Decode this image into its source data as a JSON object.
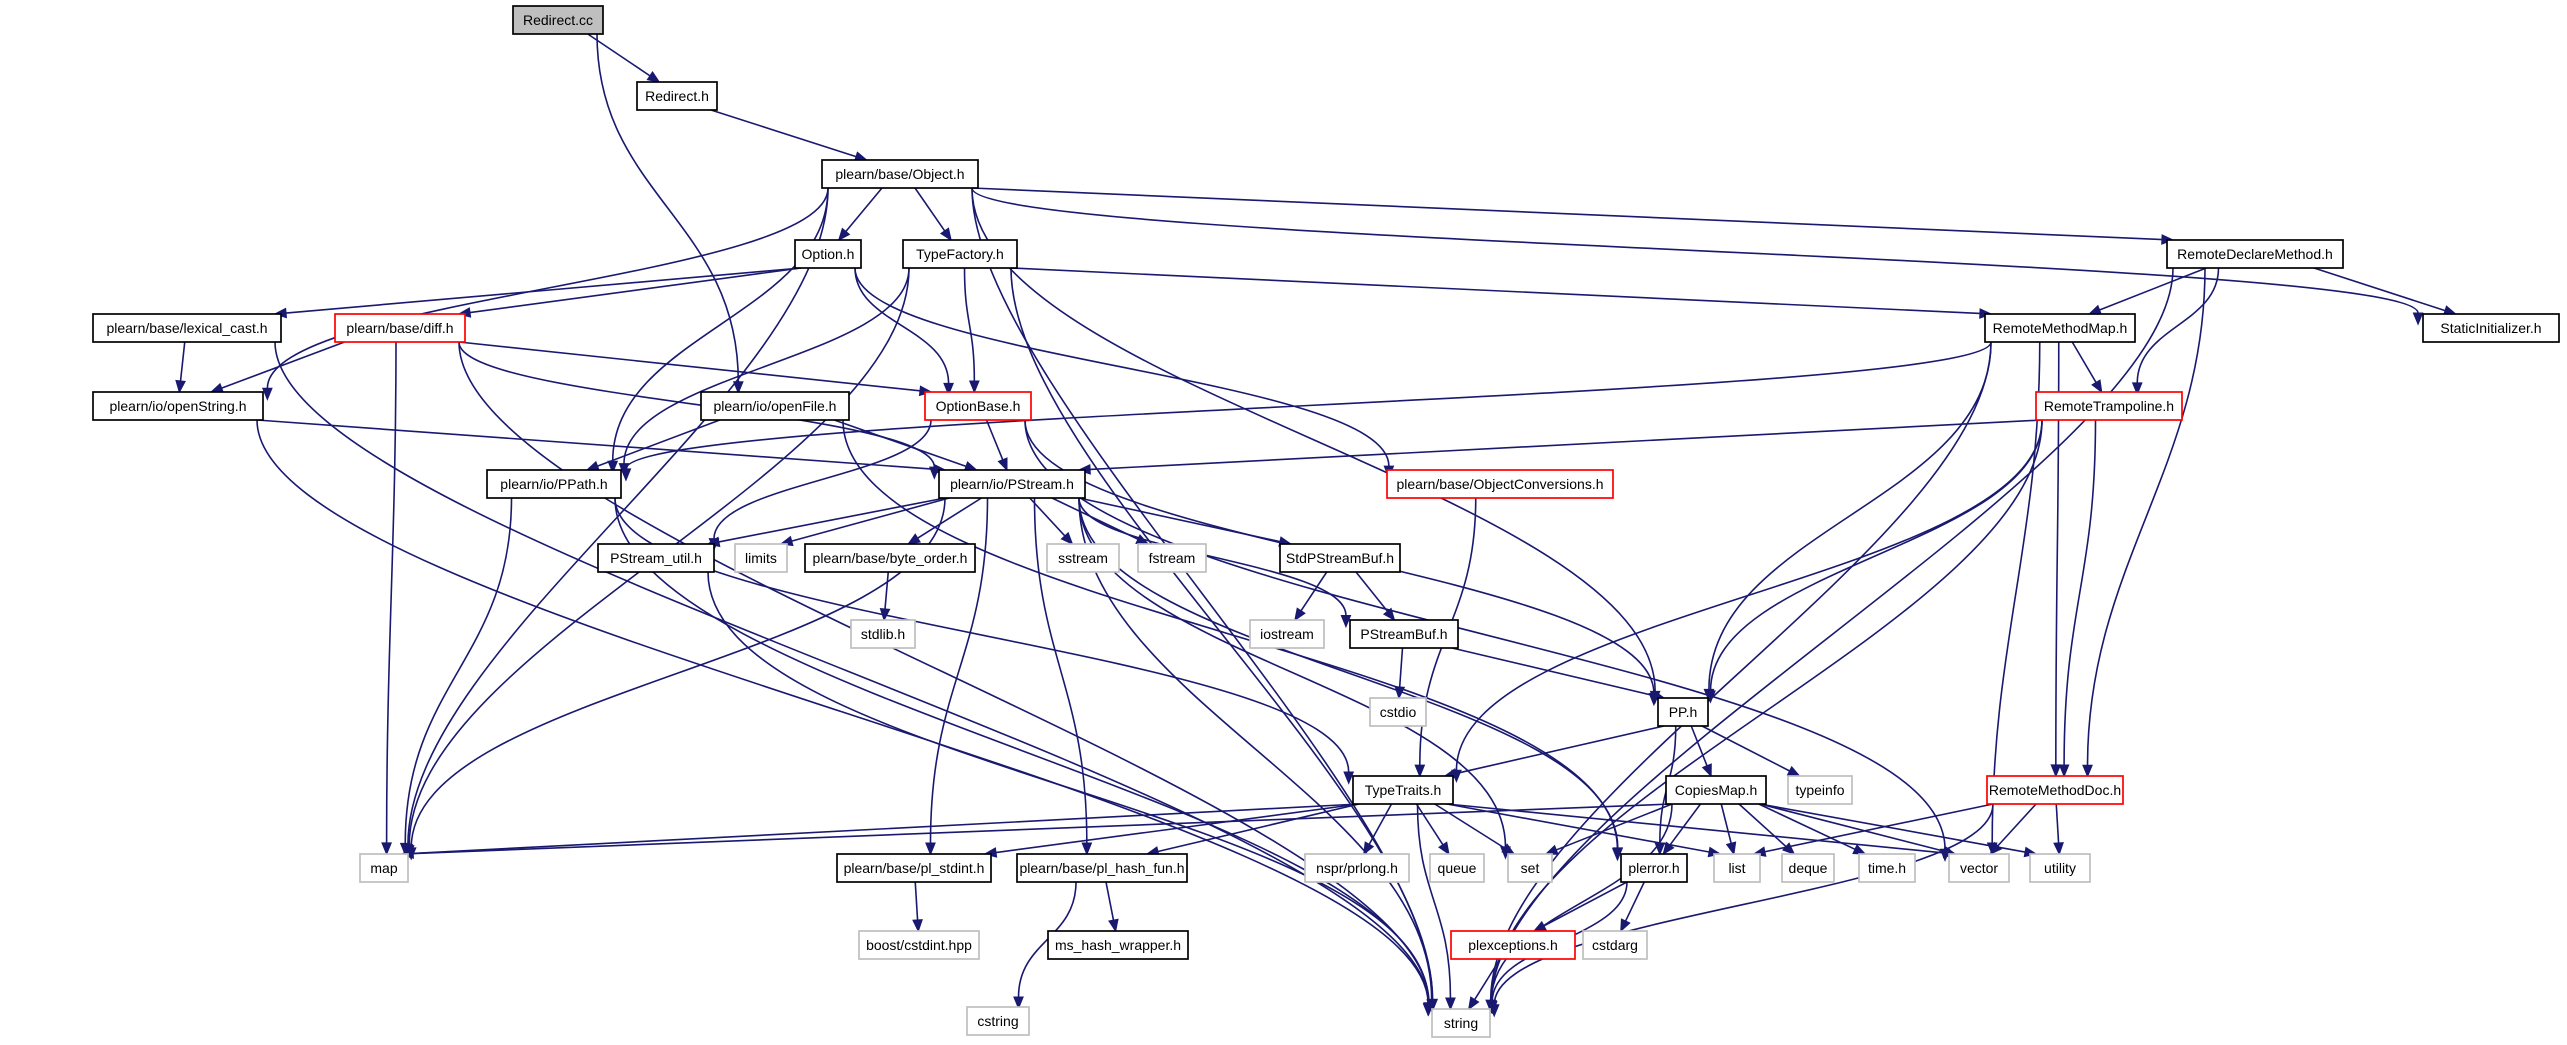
{
  "diagram": {
    "nodes": [
      {
        "id": "redirect_cc",
        "label": "Redirect.cc",
        "style": "root"
      },
      {
        "id": "redirect_h",
        "label": "Redirect.h",
        "style": "black"
      },
      {
        "id": "object_h",
        "label": "plearn/base/Object.h",
        "style": "black"
      },
      {
        "id": "option_h",
        "label": "Option.h",
        "style": "black"
      },
      {
        "id": "typefactory_h",
        "label": "TypeFactory.h",
        "style": "black"
      },
      {
        "id": "remotedeclaremethod_h",
        "label": "RemoteDeclareMethod.h",
        "style": "black"
      },
      {
        "id": "lexical_cast_h",
        "label": "plearn/base/lexical_cast.h",
        "style": "black"
      },
      {
        "id": "diff_h",
        "label": "plearn/base/diff.h",
        "style": "red"
      },
      {
        "id": "remotemethodmap_h",
        "label": "RemoteMethodMap.h",
        "style": "black"
      },
      {
        "id": "staticinitializer_h",
        "label": "StaticInitializer.h",
        "style": "black"
      },
      {
        "id": "openstring_h",
        "label": "plearn/io/openString.h",
        "style": "black"
      },
      {
        "id": "openfile_h",
        "label": "plearn/io/openFile.h",
        "style": "black"
      },
      {
        "id": "optionbase_h",
        "label": "OptionBase.h",
        "style": "red"
      },
      {
        "id": "remotetrampoline_h",
        "label": "RemoteTrampoline.h",
        "style": "red"
      },
      {
        "id": "ppath_h",
        "label": "plearn/io/PPath.h",
        "style": "black"
      },
      {
        "id": "pstream_h",
        "label": "plearn/io/PStream.h",
        "style": "black"
      },
      {
        "id": "objectconversions_h",
        "label": "plearn/base/ObjectConversions.h",
        "style": "red"
      },
      {
        "id": "pstream_util_h",
        "label": "PStream_util.h",
        "style": "black"
      },
      {
        "id": "limits",
        "label": "limits",
        "style": "gray"
      },
      {
        "id": "byte_order_h",
        "label": "plearn/base/byte_order.h",
        "style": "black"
      },
      {
        "id": "sstream",
        "label": "sstream",
        "style": "gray"
      },
      {
        "id": "fstream",
        "label": "fstream",
        "style": "gray"
      },
      {
        "id": "stdpstreambuf_h",
        "label": "StdPStreamBuf.h",
        "style": "black"
      },
      {
        "id": "stdlib_h",
        "label": "stdlib.h",
        "style": "gray"
      },
      {
        "id": "iostream",
        "label": "iostream",
        "style": "gray"
      },
      {
        "id": "pstreambuf_h",
        "label": "PStreamBuf.h",
        "style": "black"
      },
      {
        "id": "cstdio",
        "label": "cstdio",
        "style": "gray"
      },
      {
        "id": "pp_h",
        "label": "PP.h",
        "style": "black"
      },
      {
        "id": "typetraits_h",
        "label": "TypeTraits.h",
        "style": "black"
      },
      {
        "id": "copiesmap_h",
        "label": "CopiesMap.h",
        "style": "black"
      },
      {
        "id": "typeinfo",
        "label": "typeinfo",
        "style": "gray"
      },
      {
        "id": "remotemethoddoc_h",
        "label": "RemoteMethodDoc.h",
        "style": "red"
      },
      {
        "id": "map",
        "label": "map",
        "style": "gray"
      },
      {
        "id": "pl_stdint_h",
        "label": "plearn/base/pl_stdint.h",
        "style": "black"
      },
      {
        "id": "pl_hash_fun_h",
        "label": "plearn/base/pl_hash_fun.h",
        "style": "black"
      },
      {
        "id": "nspr_prlong_h",
        "label": "nspr/prlong.h",
        "style": "gray"
      },
      {
        "id": "queue",
        "label": "queue",
        "style": "gray"
      },
      {
        "id": "set",
        "label": "set",
        "style": "gray"
      },
      {
        "id": "plerror_h",
        "label": "plerror.h",
        "style": "black"
      },
      {
        "id": "list",
        "label": "list",
        "style": "gray"
      },
      {
        "id": "deque",
        "label": "deque",
        "style": "gray"
      },
      {
        "id": "time_h",
        "label": "time.h",
        "style": "gray"
      },
      {
        "id": "vector",
        "label": "vector",
        "style": "gray"
      },
      {
        "id": "utility",
        "label": "utility",
        "style": "gray"
      },
      {
        "id": "boost_cstdint_hpp",
        "label": "boost/cstdint.hpp",
        "style": "gray"
      },
      {
        "id": "cstring",
        "label": "cstring",
        "style": "gray"
      },
      {
        "id": "ms_hash_wrapper_h",
        "label": "ms_hash_wrapper.h",
        "style": "black"
      },
      {
        "id": "plexceptions_h",
        "label": "plexceptions.h",
        "style": "red"
      },
      {
        "id": "cstdarg",
        "label": "cstdarg",
        "style": "gray"
      },
      {
        "id": "string",
        "label": "string",
        "style": "gray"
      }
    ],
    "edges": [
      [
        "redirect_cc",
        "redirect_h"
      ],
      [
        "redirect_cc",
        "openfile_h"
      ],
      [
        "redirect_h",
        "object_h"
      ],
      [
        "object_h",
        "option_h"
      ],
      [
        "object_h",
        "typefactory_h"
      ],
      [
        "object_h",
        "remotedeclaremethod_h"
      ],
      [
        "object_h",
        "staticinitializer_h"
      ],
      [
        "object_h",
        "openstring_h"
      ],
      [
        "object_h",
        "ppath_h"
      ],
      [
        "object_h",
        "pp_h"
      ],
      [
        "object_h",
        "map"
      ],
      [
        "object_h",
        "string"
      ],
      [
        "option_h",
        "lexical_cast_h"
      ],
      [
        "option_h",
        "diff_h"
      ],
      [
        "option_h",
        "optionbase_h"
      ],
      [
        "option_h",
        "objectconversions_h"
      ],
      [
        "typefactory_h",
        "optionbase_h"
      ],
      [
        "typefactory_h",
        "remotemethodmap_h"
      ],
      [
        "typefactory_h",
        "ppath_h"
      ],
      [
        "typefactory_h",
        "map"
      ],
      [
        "typefactory_h",
        "string"
      ],
      [
        "remotedeclaremethod_h",
        "remotemethodmap_h"
      ],
      [
        "remotedeclaremethod_h",
        "remotetrampoline_h"
      ],
      [
        "remotedeclaremethod_h",
        "remotemethoddoc_h"
      ],
      [
        "remotedeclaremethod_h",
        "staticinitializer_h"
      ],
      [
        "remotedeclaremethod_h",
        "string"
      ],
      [
        "lexical_cast_h",
        "openstring_h"
      ],
      [
        "lexical_cast_h",
        "string"
      ],
      [
        "diff_h",
        "openstring_h"
      ],
      [
        "diff_h",
        "optionbase_h"
      ],
      [
        "diff_h",
        "pstream_h"
      ],
      [
        "diff_h",
        "map"
      ],
      [
        "diff_h",
        "string"
      ],
      [
        "remotemethodmap_h",
        "remotetrampoline_h"
      ],
      [
        "remotemethodmap_h",
        "remotemethoddoc_h"
      ],
      [
        "remotemethodmap_h",
        "pp_h"
      ],
      [
        "remotemethodmap_h",
        "ppath_h"
      ],
      [
        "remotemethodmap_h",
        "vector"
      ],
      [
        "remotemethodmap_h",
        "string"
      ],
      [
        "openstring_h",
        "pstream_h"
      ],
      [
        "openstring_h",
        "string"
      ],
      [
        "openfile_h",
        "ppath_h"
      ],
      [
        "openfile_h",
        "pstream_h"
      ],
      [
        "openfile_h",
        "plerror_h"
      ],
      [
        "optionbase_h",
        "pstream_h"
      ],
      [
        "optionbase_h",
        "pstream_util_h"
      ],
      [
        "optionbase_h",
        "pp_h"
      ],
      [
        "optionbase_h",
        "vector"
      ],
      [
        "remotetrampoline_h",
        "pstream_h"
      ],
      [
        "remotetrampoline_h",
        "pp_h"
      ],
      [
        "remotetrampoline_h",
        "typetraits_h"
      ],
      [
        "remotetrampoline_h",
        "remotemethoddoc_h"
      ],
      [
        "remotetrampoline_h",
        "string"
      ],
      [
        "ppath_h",
        "typetraits_h"
      ],
      [
        "ppath_h",
        "map"
      ],
      [
        "ppath_h",
        "string"
      ],
      [
        "pstream_h",
        "pstream_util_h"
      ],
      [
        "pstream_h",
        "limits"
      ],
      [
        "pstream_h",
        "byte_order_h"
      ],
      [
        "pstream_h",
        "sstream"
      ],
      [
        "pstream_h",
        "fstream"
      ],
      [
        "pstream_h",
        "stdpstreambuf_h"
      ],
      [
        "pstream_h",
        "pstreambuf_h"
      ],
      [
        "pstream_h",
        "map"
      ],
      [
        "pstream_h",
        "pl_stdint_h"
      ],
      [
        "pstream_h",
        "pl_hash_fun_h"
      ],
      [
        "pstream_h",
        "set"
      ],
      [
        "pstream_h",
        "plerror_h"
      ],
      [
        "pstream_h",
        "string"
      ],
      [
        "objectconversions_h",
        "typetraits_h"
      ],
      [
        "pstream_util_h",
        "string"
      ],
      [
        "byte_order_h",
        "stdlib_h"
      ],
      [
        "stdpstreambuf_h",
        "iostream"
      ],
      [
        "stdpstreambuf_h",
        "pstreambuf_h"
      ],
      [
        "pstreambuf_h",
        "cstdio"
      ],
      [
        "pstreambuf_h",
        "pp_h"
      ],
      [
        "pp_h",
        "typetraits_h"
      ],
      [
        "pp_h",
        "copiesmap_h"
      ],
      [
        "pp_h",
        "typeinfo"
      ],
      [
        "pp_h",
        "plerror_h"
      ],
      [
        "typetraits_h",
        "map"
      ],
      [
        "typetraits_h",
        "pl_stdint_h"
      ],
      [
        "typetraits_h",
        "pl_hash_fun_h"
      ],
      [
        "typetraits_h",
        "nspr_prlong_h"
      ],
      [
        "typetraits_h",
        "queue"
      ],
      [
        "typetraits_h",
        "set"
      ],
      [
        "typetraits_h",
        "list"
      ],
      [
        "typetraits_h",
        "vector"
      ],
      [
        "typetraits_h",
        "string"
      ],
      [
        "copiesmap_h",
        "map"
      ],
      [
        "copiesmap_h",
        "set"
      ],
      [
        "copiesmap_h",
        "plerror_h"
      ],
      [
        "copiesmap_h",
        "list"
      ],
      [
        "copiesmap_h",
        "deque"
      ],
      [
        "copiesmap_h",
        "time_h"
      ],
      [
        "copiesmap_h",
        "vector"
      ],
      [
        "copiesmap_h",
        "utility"
      ],
      [
        "copiesmap_h",
        "string"
      ],
      [
        "remotemethoddoc_h",
        "list"
      ],
      [
        "remotemethoddoc_h",
        "vector"
      ],
      [
        "remotemethoddoc_h",
        "utility"
      ],
      [
        "remotemethoddoc_h",
        "string"
      ],
      [
        "pl_stdint_h",
        "boost_cstdint_hpp"
      ],
      [
        "pl_hash_fun_h",
        "cstring"
      ],
      [
        "pl_hash_fun_h",
        "ms_hash_wrapper_h"
      ],
      [
        "plerror_h",
        "plexceptions_h"
      ],
      [
        "plerror_h",
        "cstdarg"
      ],
      [
        "plerror_h",
        "string"
      ],
      [
        "plexceptions_h",
        "string"
      ]
    ]
  }
}
